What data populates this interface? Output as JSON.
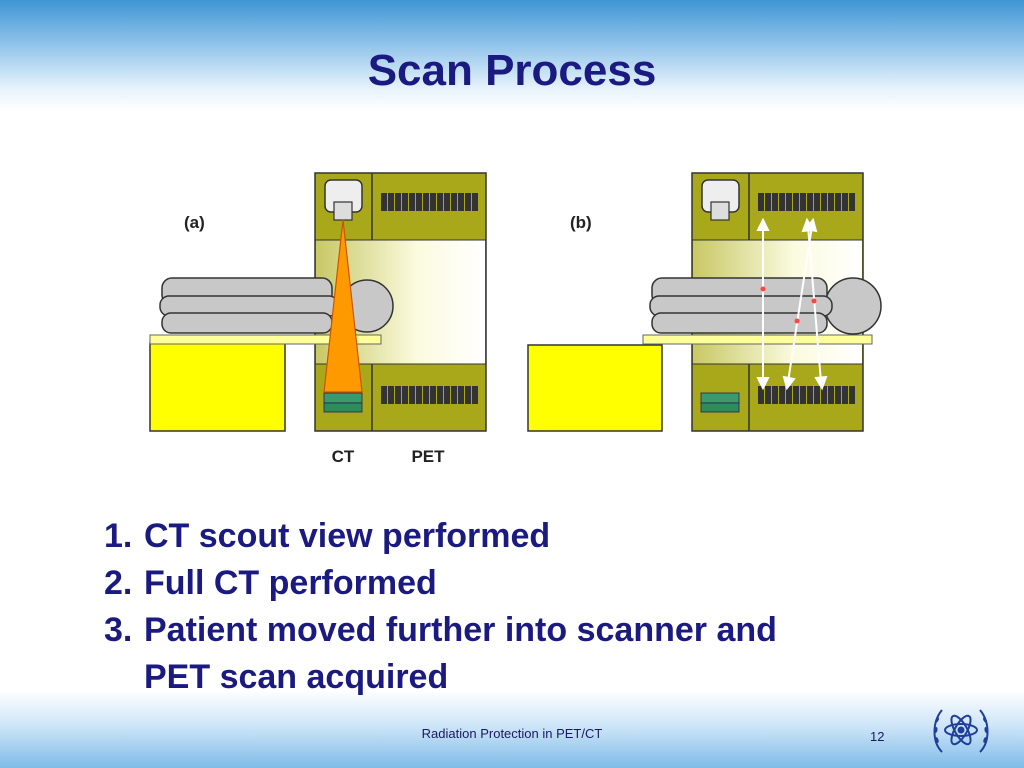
{
  "slide": {
    "title": "Scan Process",
    "footer": "Radiation Protection in PET/CT",
    "page_number": "12"
  },
  "diagram": {
    "panel_a_label": "(a)",
    "panel_b_label": "(b)",
    "ct_label": "CT",
    "pet_label": "PET",
    "colors": {
      "gantry": "#a8a81a",
      "bed": "#ffff00",
      "rail": "#ffff99",
      "beam": "#ff9900",
      "patient": "#c8c8c8",
      "detector": "#3a9a6a"
    }
  },
  "steps": [
    {
      "num": "1.",
      "text": "CT scout view performed"
    },
    {
      "num": "2.",
      "text": "Full CT performed"
    },
    {
      "num": "3.",
      "text": "Patient moved further into scanner and PET scan acquired"
    }
  ]
}
